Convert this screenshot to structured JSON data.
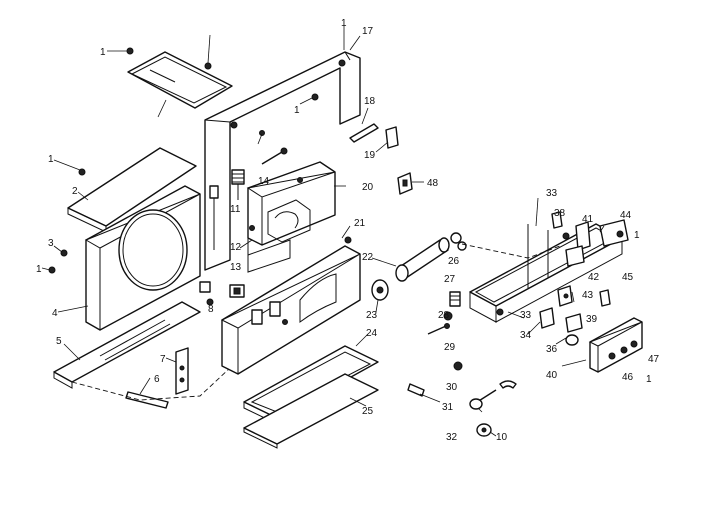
{
  "labels": [
    "1",
    "17",
    "1",
    "1",
    "18",
    "19",
    "48",
    "14",
    "11",
    "20",
    "2",
    "1",
    "3",
    "1",
    "4",
    "12",
    "13",
    "21",
    "5",
    "6",
    "7",
    "8",
    "22",
    "23",
    "24",
    "25",
    "26",
    "27",
    "28",
    "29",
    "30",
    "31",
    "32",
    "10",
    "33",
    "38",
    "41",
    "44",
    "1",
    "42",
    "45",
    "43",
    "33",
    "34",
    "39",
    "36",
    "40",
    "46",
    "47",
    "1"
  ]
}
